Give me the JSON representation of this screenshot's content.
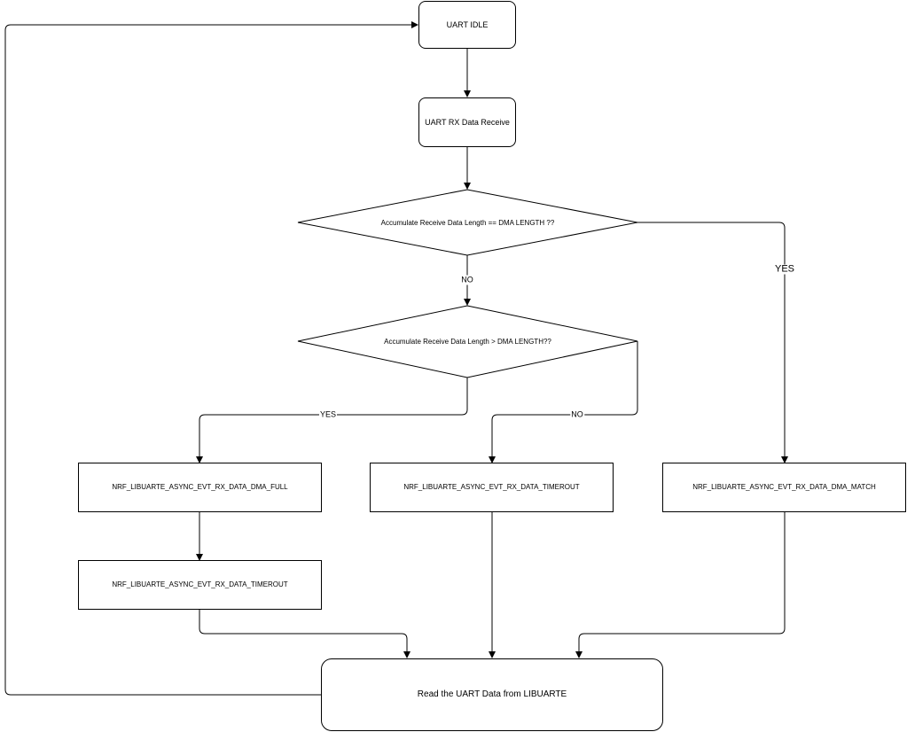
{
  "nodes": {
    "uart_idle": "UART IDLE",
    "rx_receive": "UART RX Data Receive",
    "decision_equal": "Accumulate Receive Data Length == DMA LENGTH ??",
    "decision_greater": "Accumulate Receive Data Length > DMA LENGTH??",
    "dma_full": "NRF_LIBUARTE_ASYNC_EVT_RX_DATA_DMA_FULL",
    "timerout_mid": "NRF_LIBUARTE_ASYNC_EVT_RX_DATA_TIMEROUT",
    "dma_match": "NRF_LIBUARTE_ASYNC_EVT_RX_DATA_DMA_MATCH",
    "timerout_left": "NRF_LIBUARTE_ASYNC_EVT_RX_DATA_TIMEROUT",
    "read_data": "Read the UART Data from LIBUARTE"
  },
  "edge_labels": {
    "eq_no": "NO",
    "eq_yes": "YES",
    "gt_yes": "YES",
    "gt_no": "NO"
  }
}
